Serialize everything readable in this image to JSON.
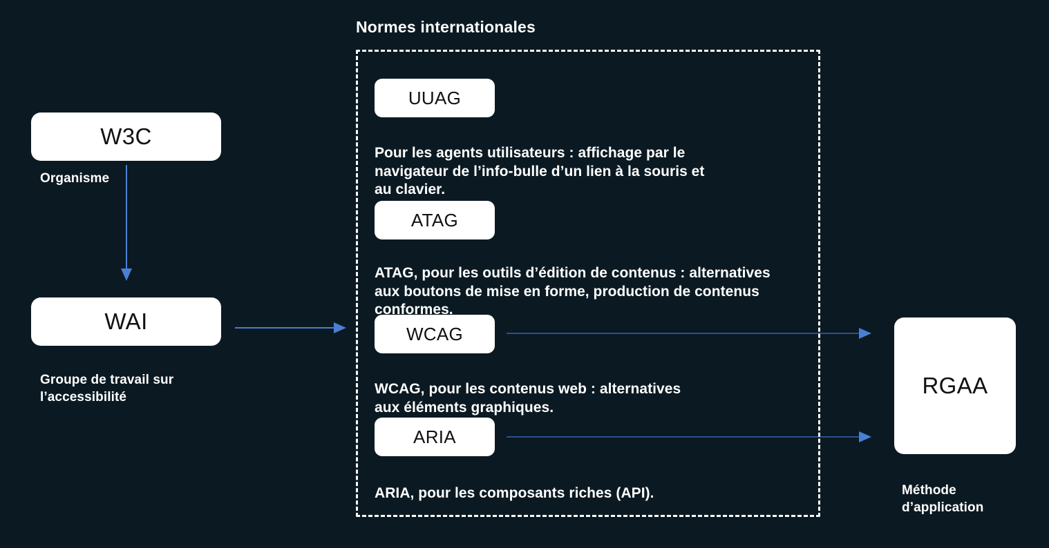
{
  "colors": {
    "background": "#0b1a22",
    "card_bg": "#ffffff",
    "card_text": "#111111",
    "text": "#ffffff",
    "arrow_bright": "#4a7fd4",
    "arrow_muted": "#2d4f8f",
    "dashed_border": "#ffffff"
  },
  "organisation": {
    "w3c": {
      "label": "W3C",
      "caption": "Organisme"
    },
    "wai": {
      "label": "WAI",
      "caption": "Groupe de travail sur\nl’accessibilité"
    }
  },
  "standards_group": {
    "title": "Normes internationales",
    "items": [
      {
        "tag": "UUAG",
        "description": "Pour les agents utilisateurs : affichage par le\nnavigateur de l’info-bulle d’un lien à la souris et\nau clavier."
      },
      {
        "tag": "ATAG",
        "description": "ATAG, pour les outils d’édition de contenus : alternatives\naux boutons de mise en forme, production de contenus\nconformes."
      },
      {
        "tag": "WCAG",
        "description": "WCAG, pour les contenus web : alternatives\naux éléments graphiques."
      },
      {
        "tag": "ARIA",
        "description": "ARIA, pour les composants riches (API)."
      }
    ]
  },
  "method": {
    "rgaa": {
      "label": "RGAA",
      "caption": "Méthode\nd’application"
    }
  }
}
